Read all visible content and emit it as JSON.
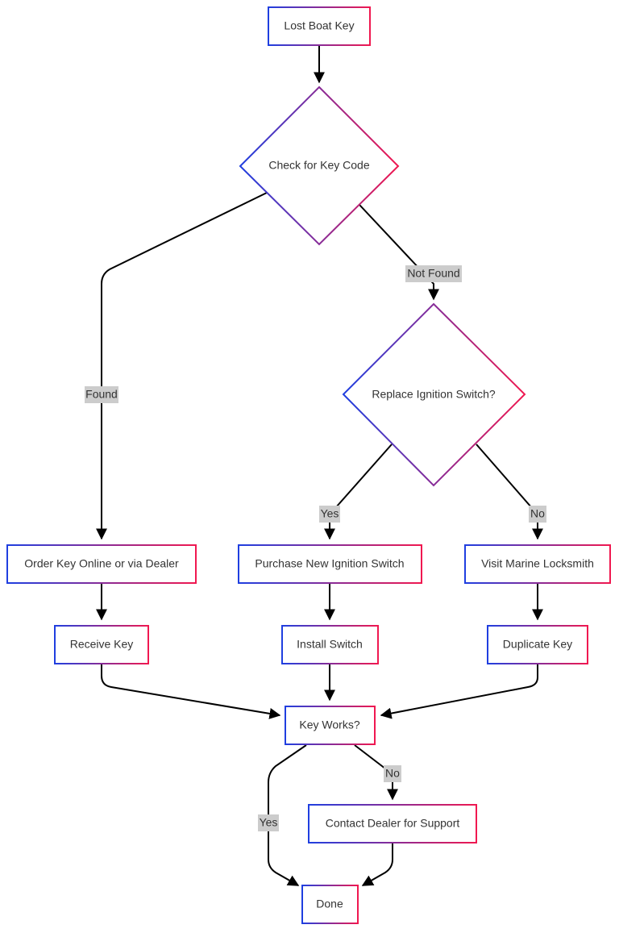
{
  "colors": {
    "gradient_start": "#1f3fe0",
    "gradient_end": "#f01850",
    "edge": "#000000",
    "label_bg": "#cccccc",
    "text": "#333333",
    "node_fill": "#ffffff"
  },
  "nodes": {
    "lost_boat_key": "Lost Boat Key",
    "check_key_code": "Check for Key Code",
    "replace_ignition": "Replace Ignition Switch?",
    "order_key": "Order Key Online or via Dealer",
    "purchase_switch": "Purchase New Ignition Switch",
    "visit_locksmith": "Visit Marine Locksmith",
    "receive_key": "Receive Key",
    "install_switch": "Install Switch",
    "duplicate_key": "Duplicate Key",
    "key_works": "Key Works?",
    "contact_dealer": "Contact Dealer for Support",
    "done": "Done"
  },
  "edge_labels": {
    "found": "Found",
    "not_found": "Not Found",
    "yes_replace": "Yes",
    "no_replace": "No",
    "no_works": "No",
    "yes_works": "Yes"
  }
}
